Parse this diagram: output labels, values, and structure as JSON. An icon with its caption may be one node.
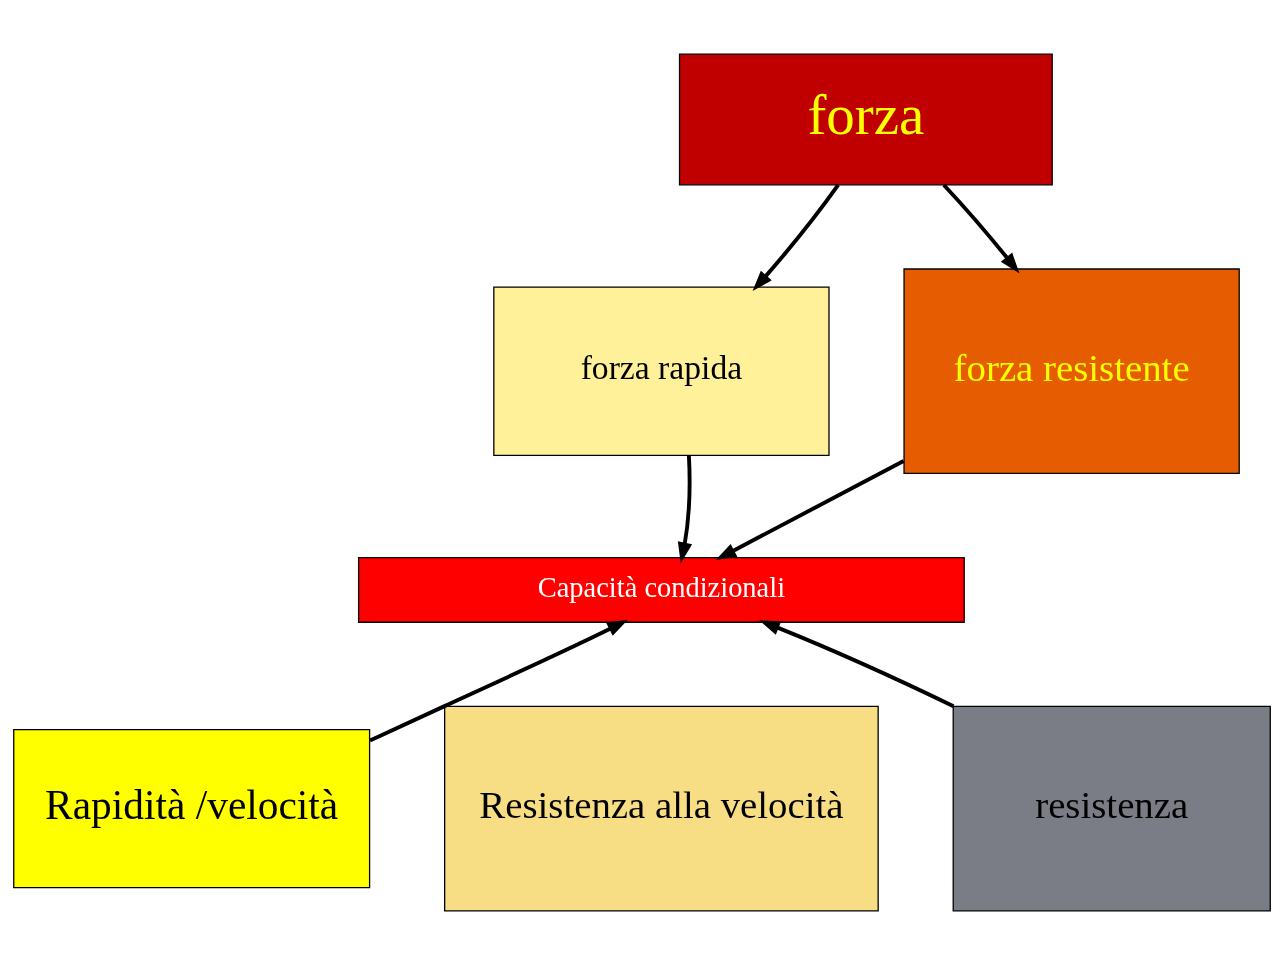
{
  "diagram": {
    "nodes": [
      {
        "text": [
          "forza"
        ]
      },
      {
        "text": [
          "forza rapida"
        ]
      },
      {
        "text": [
          "forza resistente"
        ]
      },
      {
        "text": [
          "Capacità condizionali"
        ]
      },
      {
        "text": [
          "Rapidità /velocità"
        ]
      },
      {
        "text": [
          "Resistenza alla velocità"
        ]
      },
      {
        "text": [
          "resistenza"
        ]
      }
    ],
    "edges": [
      {
        "from": 0,
        "to": 1,
        "arrow": "to"
      },
      {
        "from": 0,
        "to": 2,
        "arrow": "to"
      },
      {
        "from": 1,
        "to": 3,
        "arrow": "to"
      },
      {
        "from": 2,
        "to": 3,
        "arrow": "to"
      },
      {
        "from": 4,
        "to": 3,
        "arrow": "to"
      },
      {
        "from": 6,
        "to": 3,
        "arrow": "to"
      }
    ]
  }
}
